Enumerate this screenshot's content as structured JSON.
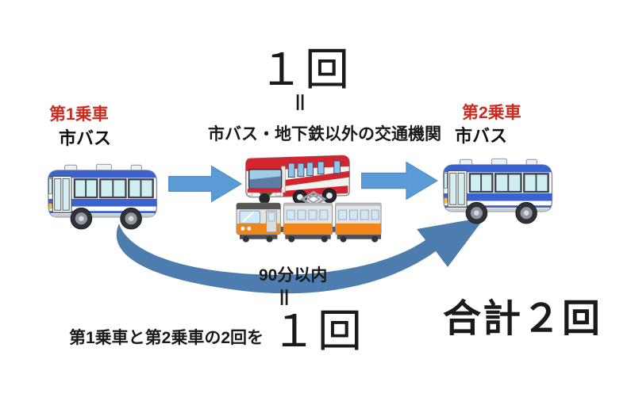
{
  "colors": {
    "red_label": "#cc2a1e",
    "arrow_blue": "#5b9bd5",
    "swoosh_blue": "#4d7dae",
    "bus_blue": "#3a63cf",
    "tour_bus_red": "#d32430",
    "train_orange": "#f08519"
  },
  "top": {
    "count": "１回",
    "equals": "＝",
    "caption": "市バス・地下鉄以外の交通機関"
  },
  "first_ride": {
    "title": "第1乗車",
    "mode": "市バス"
  },
  "second_ride": {
    "title": "第2乗車",
    "mode": "市バス"
  },
  "bottom": {
    "time_limit": "90分以内",
    "equals": "＝",
    "sentence": "第1乗車と第2乗車の2回を",
    "count": "１回",
    "total": "合計２回"
  }
}
